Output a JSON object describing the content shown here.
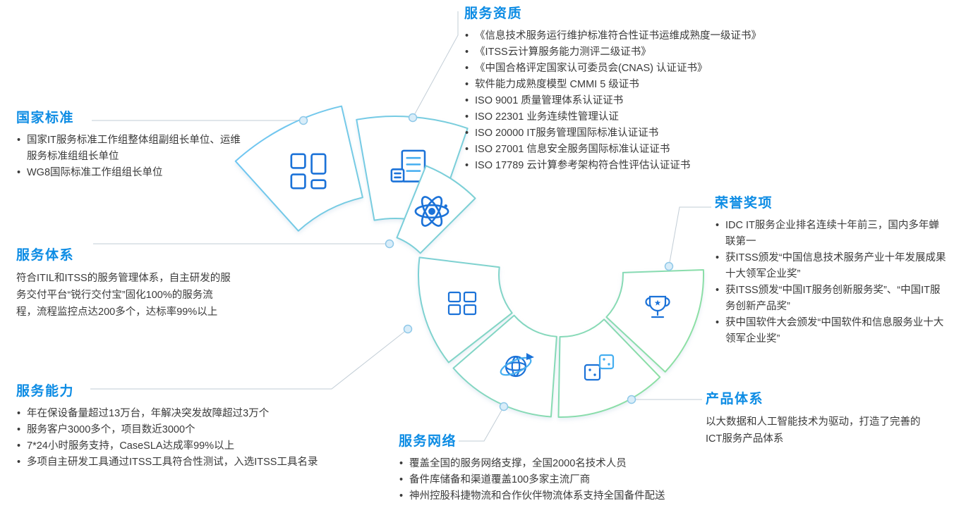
{
  "page": {
    "background": "#ffffff"
  },
  "colors": {
    "heading_blue": "#0d8ce4",
    "body_text": "#3a3a3a",
    "ring_gradient_start": "#6ec5f3",
    "ring_gradient_mid": "#7fd2cf",
    "ring_gradient_end": "#8fe29a",
    "icon_primary": "#1b72d8",
    "icon_accent": "#45aef0",
    "connector_line": "#c2cdd6",
    "dot_fill": "#d9edf9",
    "dot_stroke": "#8fc8e8"
  },
  "sections": {
    "national_standards": {
      "title": "国家标准",
      "items": [
        "国家IT服务标准工作组整体组副组长单位、运维服务标准组组长单位",
        "WG8国际标准工作组组长单位"
      ]
    },
    "service_qualifications": {
      "title": "服务资质",
      "items": [
        "《信息技术服务运行维护标准符合性证书运维成熟度一级证书》",
        "《ITSS云计算服务能力测评二级证书》",
        "《中国合格评定国家认可委员会(CNAS) 认证证书》",
        "软件能力成熟度模型 CMMI 5 级证书",
        "ISO 9001 质量管理体系认证证书",
        "ISO 22301 业务连续性管理认证",
        "ISO 20000 IT服务管理国际标准认证证书",
        "ISO 27001 信息安全服务国际标准认证证书",
        "ISO 17789 云计算参考架构符合性评估认证证书"
      ]
    },
    "service_system": {
      "title": "服务体系",
      "paragraph": "符合ITIL和ITSS的服务管理体系，自主研发的服务交付平台“锐行交付宝”固化100%的服务流程，流程监控点达200多个，达标率99%以上"
    },
    "honors_awards": {
      "title": "荣誉奖项",
      "items": [
        "IDC IT服务企业排名连续十年前三，国内多年蝉联第一",
        "获ITSS颁发“中国信息技术服务产业十年发展成果十大领军企业奖”",
        "获ITSS颁发“中国IT服务创新服务奖”、“中国IT服务创新产品奖”",
        "获中国软件大会颁发“中国软件和信息服务业十大领军企业奖”"
      ]
    },
    "service_capability": {
      "title": "服务能力",
      "items": [
        "年在保设备量超过13万台，年解决突发故障超过3万个",
        "服务客户3000多个，项目数近3000个",
        "7*24小时服务支持，CaseSLA达成率99%以上",
        "多项自主研发工具通过ITSS工具符合性测试，入选ITSS工具名录"
      ]
    },
    "product_system": {
      "title": "产品体系",
      "paragraph": "以大数据和人工智能技术为驱动，打造了完善的ICT服务产品体系"
    },
    "service_network": {
      "title": "服务网络",
      "items": [
        "覆盖全国的服务网络支撑，全国2000名技术人员",
        "备件库储备和渠道覆盖100多家主流厂商",
        "神州控股科捷物流和合作伙伴物流体系支持全国备件配送"
      ]
    }
  },
  "graphic": {
    "segments": [
      {
        "icon": "dashboard-grid-icon",
        "linked_section": "国家标准"
      },
      {
        "icon": "certificate-document-icon",
        "linked_section": "服务资质"
      },
      {
        "icon": "atom-network-icon",
        "linked_section": "服务体系"
      },
      {
        "icon": "app-grid-icon",
        "linked_section": "服务能力"
      },
      {
        "icon": "globe-orbit-icon",
        "linked_section": "服务网络"
      },
      {
        "icon": "boxes-dice-icon",
        "linked_section": "产品体系"
      },
      {
        "icon": "trophy-icon",
        "linked_section": "荣誉奖项"
      }
    ]
  }
}
